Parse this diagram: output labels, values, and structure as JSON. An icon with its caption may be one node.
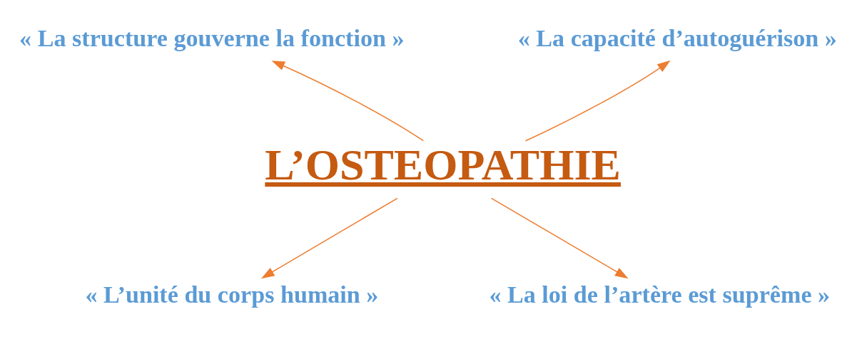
{
  "diagram": {
    "nodes": [
      {
        "text": [
          "L’OSTEOPATHIE"
        ]
      },
      {
        "text": [
          "« La structure gouverne la fonction »"
        ]
      },
      {
        "text": [
          "« La capacité d’autoguérison »"
        ]
      },
      {
        "text": [
          "« L’unité du corps humain »"
        ]
      },
      {
        "text": [
          "« La loi de l’artère est suprême »"
        ]
      }
    ],
    "edges": [
      {
        "from": 0,
        "to": 1,
        "arrow": "to",
        "color": "#ed7d31"
      },
      {
        "from": 0,
        "to": 2,
        "arrow": "to",
        "color": "#ed7d31"
      },
      {
        "from": 0,
        "to": 3,
        "arrow": "to",
        "color": "#ed7d31"
      },
      {
        "from": 0,
        "to": 4,
        "arrow": "to",
        "color": "#ed7d31"
      }
    ]
  }
}
